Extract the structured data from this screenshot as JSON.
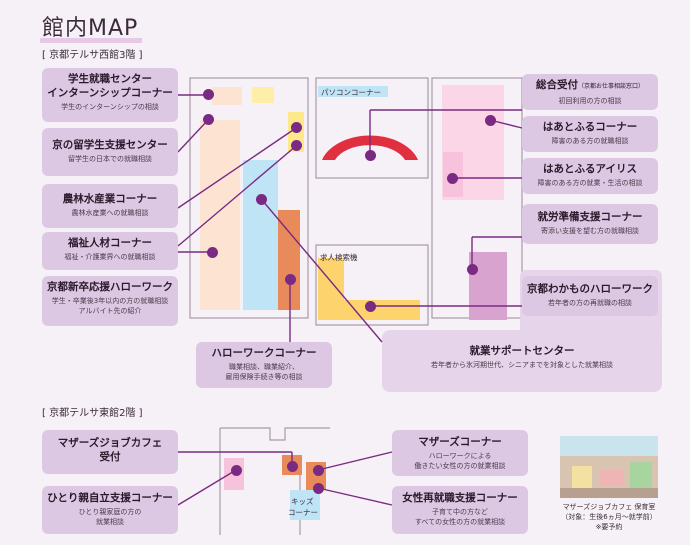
{
  "title": "館内MAP",
  "floor_west": "[ 京都テルサ西館3階 ]",
  "floor_east": "[ 京都テルサ東館2階 ]",
  "pc_corner": "パソコンコーナー",
  "job_search": "求人検索機",
  "kids_corner_1": "キッズ",
  "kids_corner_2": "コーナー",
  "left_labels": [
    {
      "title": "学生就職センター",
      "title2": "インターンシップコーナー",
      "sub": "学生のインターンシップの相談"
    },
    {
      "title": "京の留学生支援センター",
      "sub": "留学生の日本での就職相談"
    },
    {
      "title": "農林水産業コーナー",
      "sub": "農林水産業への就職相談"
    },
    {
      "title": "福祉人材コーナー",
      "sub": "福祉・介護業界への就職相談"
    },
    {
      "title": "京都新卒応援ハローワーク",
      "sub": "学生・卒業後3年以内の方の就職相談",
      "sub2": "アルバイト先の紹介"
    }
  ],
  "right_labels": [
    {
      "title": "総合受付",
      "title_small": "（京都お仕事相談窓口）",
      "sub": "初回利用の方の相談"
    },
    {
      "title": "はあとふるコーナー",
      "sub": "障害のある方の就職相談"
    },
    {
      "title": "はあとふるアイリス",
      "sub": "障害のある方の就業・生活の相談"
    },
    {
      "title": "就労準備支援コーナー",
      "sub": "寄添い支援を望む方の就職相談"
    },
    {
      "title": "京都わかものハローワーク",
      "sub": "若年者の方の再就職の相談"
    }
  ],
  "hellowork": {
    "title": "ハローワークコーナー",
    "sub1": "職業相談、職業紹介、",
    "sub2": "雇用保険手続き等の相談"
  },
  "support_center": {
    "title": "就業サポートセンター",
    "sub": "若年者から氷河期世代、シニアまでを対象とした就業相談"
  },
  "east_left": [
    {
      "title": "マザーズジョブカフェ",
      "title2": "受付"
    },
    {
      "title": "ひとり親自立支援コーナー",
      "sub1": "ひとり親家庭の方の",
      "sub2": "就業相談"
    }
  ],
  "east_right": [
    {
      "title": "マザーズコーナー",
      "sub1": "ハローワークによる",
      "sub2": "働きたい女性の方の就業相談"
    },
    {
      "title": "女性再就職支援コーナー",
      "sub1": "子育て中の方など",
      "sub2": "すべての女性の方の就業相談"
    }
  ],
  "photo_caption": {
    "line1": "マザーズジョブカフェ 保育室",
    "line2": "（対象：生後6ヵ月～就学前）",
    "line3": "※要予約"
  },
  "colors": {
    "label_bg": "#ddc8e3",
    "dot": "#7a2a83",
    "accent_red": "#e03040"
  }
}
